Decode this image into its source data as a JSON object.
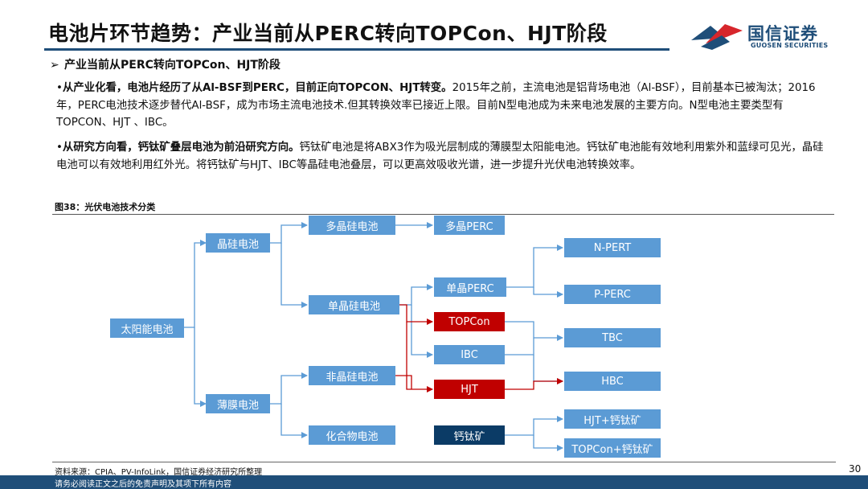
{
  "header": {
    "title": "电池片环节趋势：产业当前从PERC转向TOPCon、HJT阶段",
    "logo_cn": "国信证券",
    "logo_en": "GUOSEN SECURITIES"
  },
  "subtitle": "产业当前从PERC转向TOPCon、HJT阶段",
  "subtitle_arrow": "➢",
  "paragraphs": [
    {
      "bullet": "•",
      "bold": "从产业化看，电池片经历了从Al-BSF到PERC，目前正向TOPCON、HJT转变。",
      "text": "2015年之前，主流电池是铝背场电池（Al-BSF），目前基本已被淘汰；2016年，PERC电池技术逐步替代Al-BSF，成为市场主流电池技术.但其转换效率已接近上限。目前N型电池成为未来电池发展的主要方向。N型电池主要类型有TOPCON、HJT 、IBC。"
    },
    {
      "bullet": "•",
      "bold": "从研究方向看，钙钛矿叠层电池为前沿研究方向。",
      "text": "钙钛矿电池是将ABX3作为吸光层制成的薄膜型太阳能电池。钙钛矿电池能有效地利用紫外和蓝绿可见光，晶硅电池可以有效地利用红外光。将钙钛矿与HJT、IBC等晶硅电池叠层，可以更高效吸收光谱，进一步提升光伏电池转换效率。"
    }
  ],
  "figure_caption": "图38：光伏电池技术分类",
  "nodes": {
    "solar": "太阳能电池",
    "crystalline": "晶硅电池",
    "thinfilm": "薄膜电池",
    "poly": "多晶硅电池",
    "mono": "单晶硅电池",
    "amorphous": "非晶硅电池",
    "compound": "化合物电池",
    "polyperc": "多晶PERC",
    "monoperc": "单晶PERC",
    "topcon": "TOPCon",
    "ibc": "IBC",
    "hjt": "HJT",
    "perovskite": "钙钛矿",
    "npert": "N-PERT",
    "pperc": "P-PERC",
    "tbc": "TBC",
    "hbc": "HBC",
    "hjt_pk": "HJT+钙钛矿",
    "topcon_pk": "TOPCon+钙钛矿"
  },
  "colors": {
    "brand_blue": "#1f4e79",
    "node_blue": "#5b9bd5",
    "node_red": "#c00000",
    "node_dark": "#0b3b66"
  },
  "footer": {
    "source": "资料来源：CPIA、PV-InfoLink，国信证券经济研究所整理",
    "page": "30",
    "disclaimer": "请务必阅读正文之后的免责声明及其项下所有内容"
  }
}
